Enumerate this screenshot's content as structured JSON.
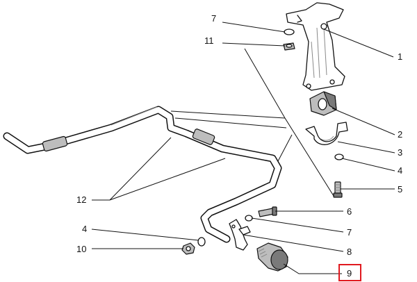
{
  "callouts": {
    "c1": "1",
    "c2": "2",
    "c3": "3",
    "c4_right": "4",
    "c5": "5",
    "c6": "6",
    "c7_top": "7",
    "c7_right": "7",
    "c8": "8",
    "c9": "9",
    "c10": "10",
    "c11": "11",
    "c12": "12",
    "c4_left": "4"
  },
  "colors": {
    "ink": "#111111",
    "highlight": "#e0191f"
  },
  "highlight": {
    "target": "9"
  }
}
